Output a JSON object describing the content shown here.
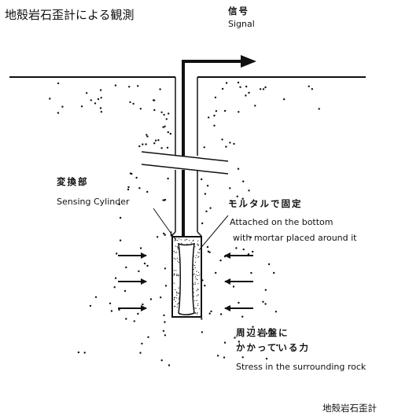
{
  "title": "地殻岩石歪計による観測",
  "labels": {
    "signal_jp": "信号",
    "signal_en": "Signal",
    "sensor_jp": "変換部",
    "sensor_en": "Sensing Cylinder",
    "mortar_jp": "モルタルで固定",
    "mortar_en_1": "Attached on the bottom",
    "mortar_en_2": "with mortar placed around it",
    "stress_jp_1": "周辺岩盤に",
    "stress_jp_2": "かかっている力",
    "stress_en": "Stress in the surrounding rock"
  },
  "footer_caption": "地殻岩石歪計"
}
